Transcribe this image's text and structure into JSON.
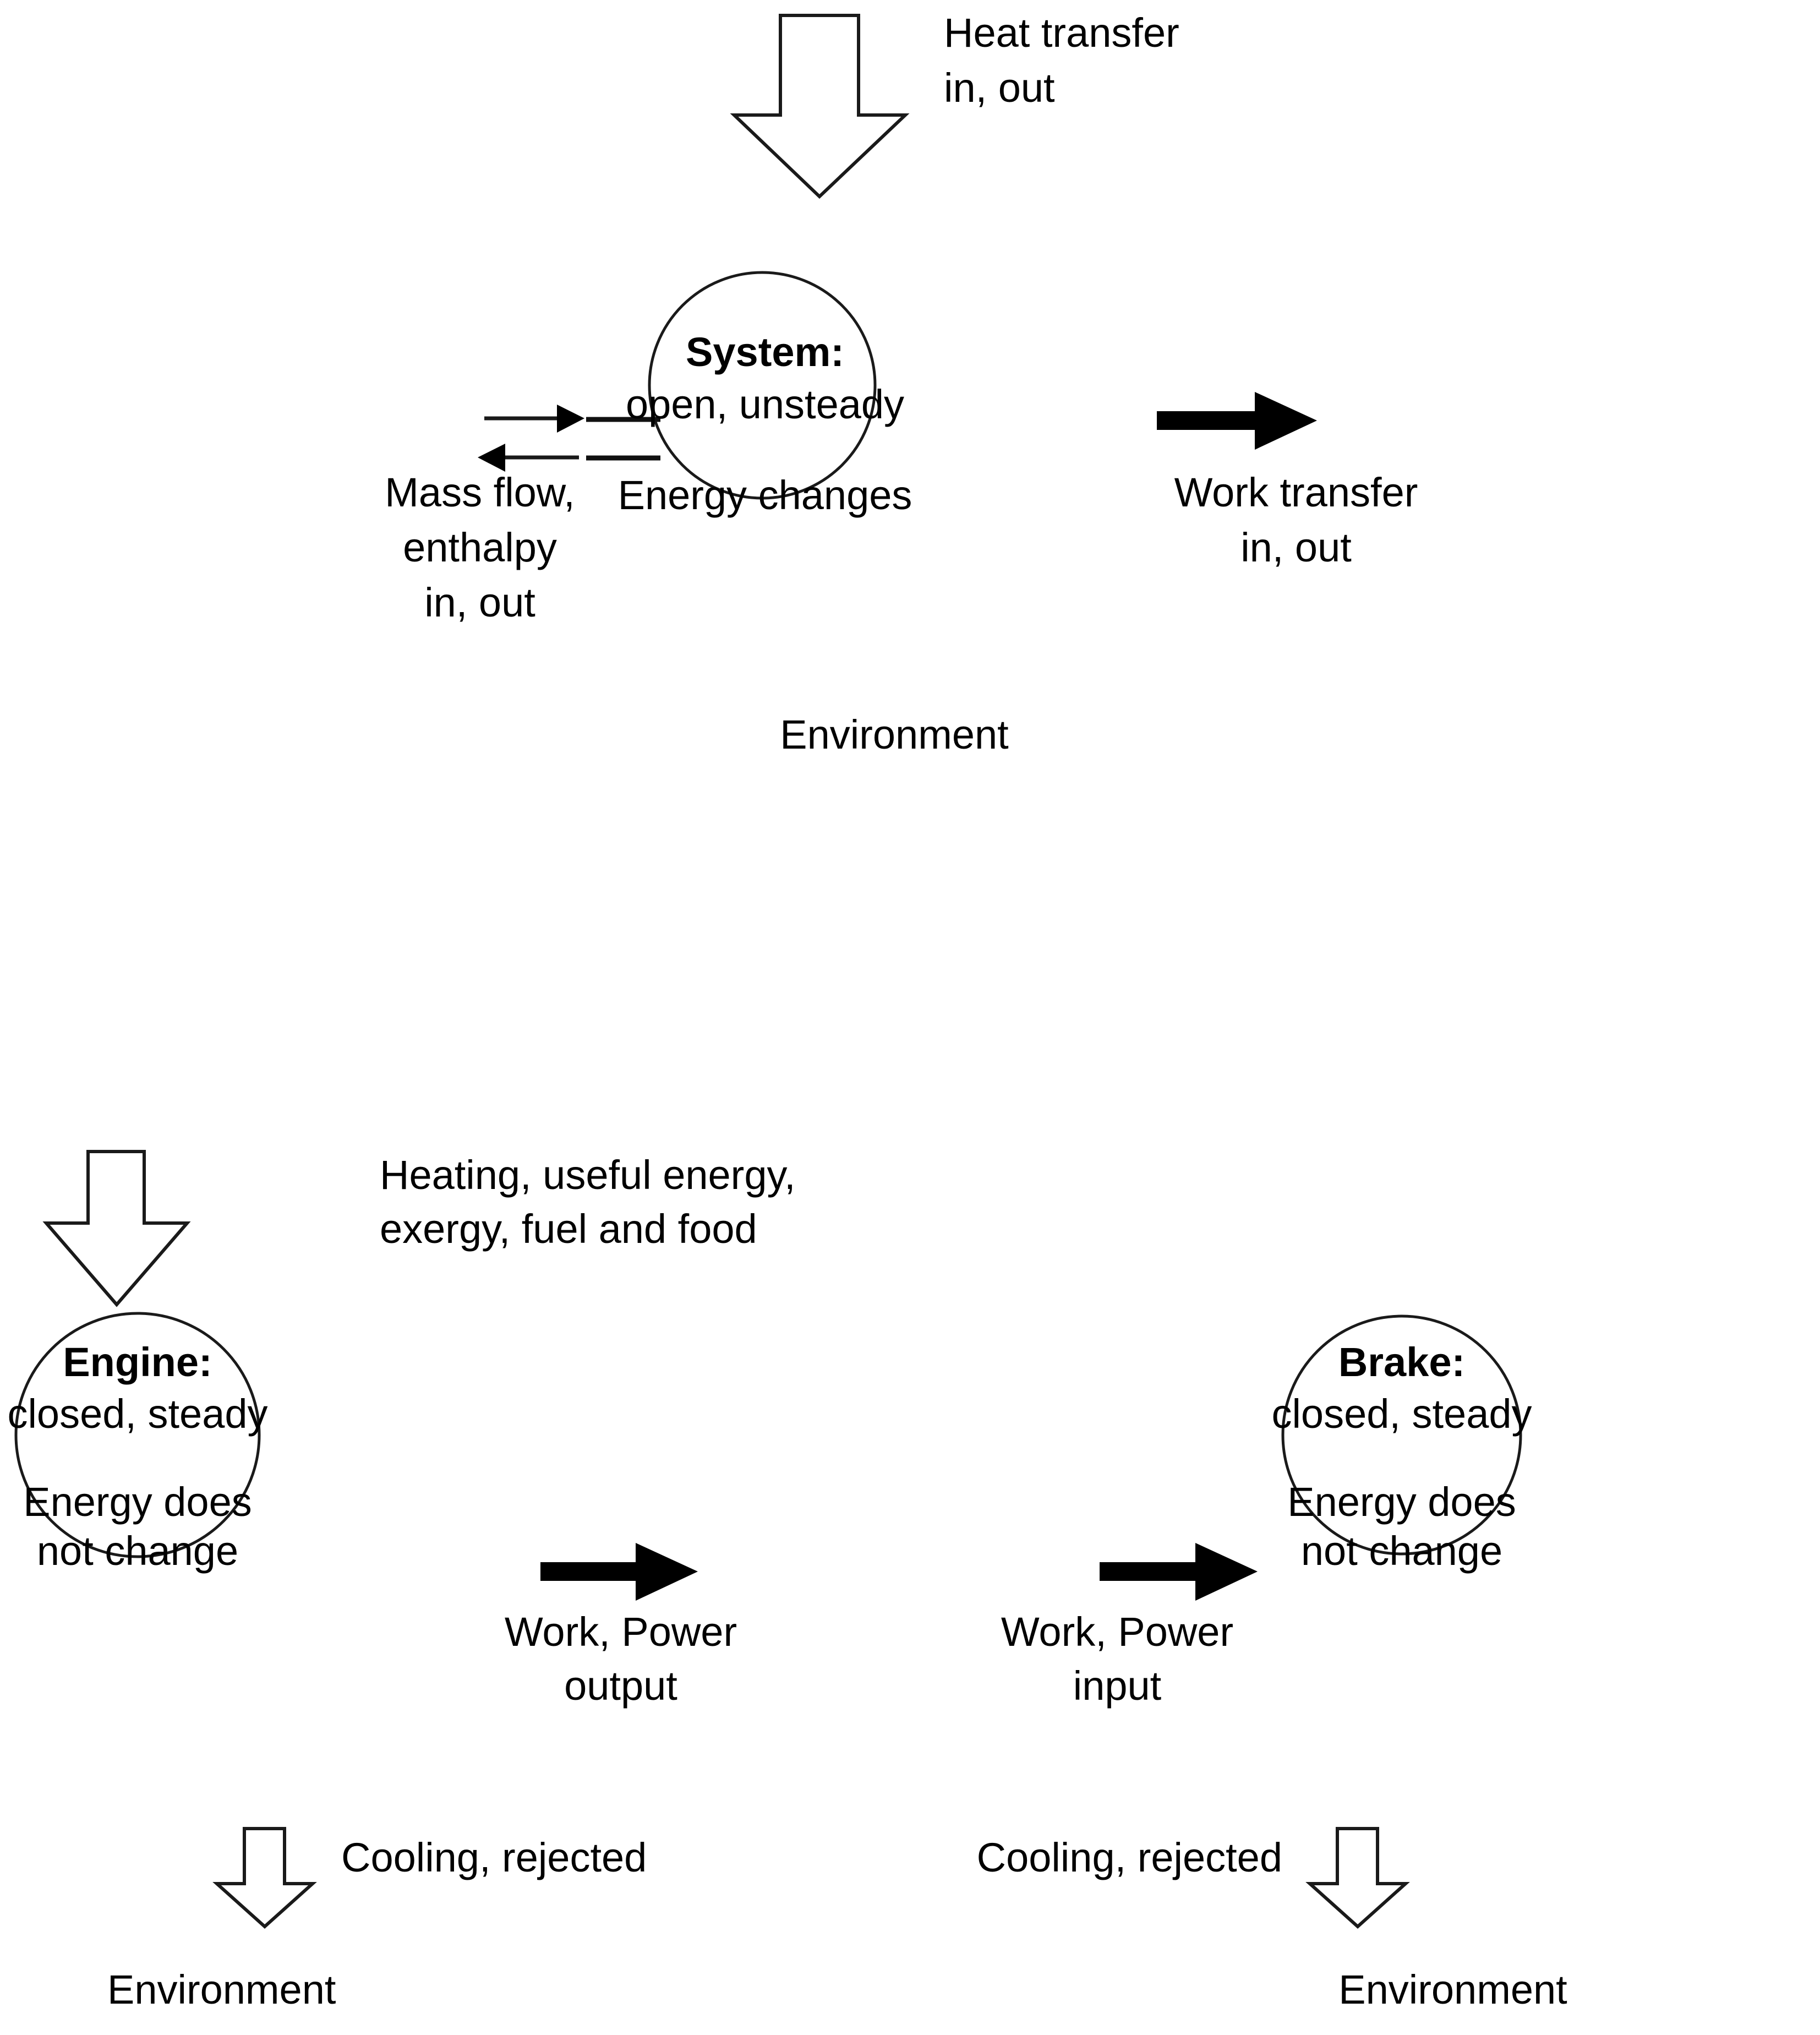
{
  "diagram": {
    "title": "Thermodynamic system, engine and brake energy interaction diagram",
    "colors": {
      "stroke": "#1a1a1a",
      "fill": "#ffffff",
      "solid_arrow": "#000000",
      "background": "#ffffff"
    },
    "top_panel": {
      "heat_label_line1": "Heat transfer",
      "heat_label_line2": "in, out",
      "system_title": "System:",
      "system_subtitle": "open, unsteady",
      "system_note": "Energy changes",
      "mass_label_line1": "Mass flow,",
      "mass_label_line2": "enthalpy",
      "mass_label_line3": "in, out",
      "work_label_line1": "Work transfer",
      "work_label_line2": "in, out",
      "environment_label": "Environment"
    },
    "engine_panel": {
      "input_label_line1": "Heating, useful energy,",
      "input_label_line2": "exergy, fuel and food",
      "engine_title": "Engine:",
      "engine_subtitle": "closed, steady",
      "engine_note_line1": "Energy does",
      "engine_note_line2": "not change",
      "work_label_line1": "Work, Power",
      "work_label_line2": "output",
      "cooling_label": "Cooling, rejected",
      "environment_label": "Environment"
    },
    "brake_panel": {
      "work_label_line1": "Work, Power",
      "work_label_line2": "input",
      "brake_title": "Brake:",
      "brake_subtitle": "closed, steady",
      "brake_note_line1": "Energy does",
      "brake_note_line2": "not change",
      "cooling_label": "Cooling, rejected",
      "environment_label": "Environment"
    }
  }
}
